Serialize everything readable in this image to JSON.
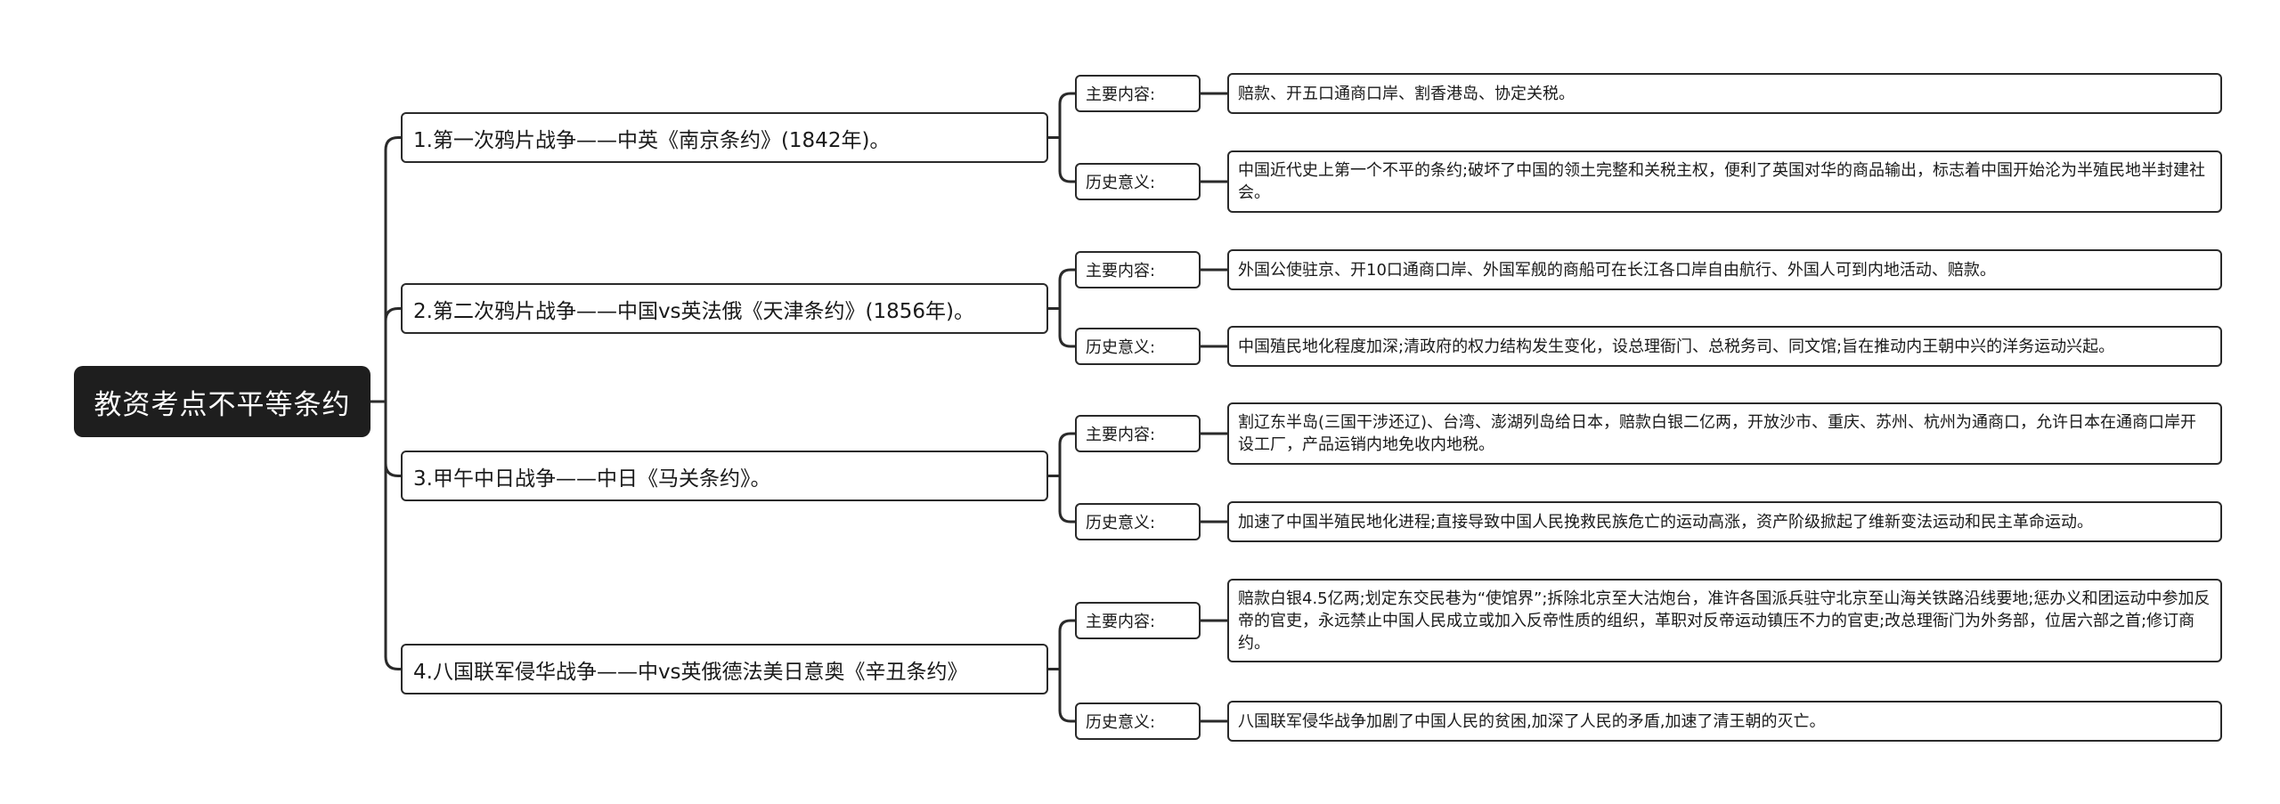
{
  "root": {
    "title": "教资考点不平等条约"
  },
  "branches": [
    {
      "title": "1.第一次鸦片战争——中英《南京条约》(1842年)。",
      "content_label": "主要内容:",
      "content": "赔款、开五口通商口岸、割香港岛、协定关税。",
      "significance_label": "历史意义:",
      "significance": "中国近代史上第一个不平的条约;破坏了中国的领土完整和关税主权，便利了英国对华的商品输出，标志着中国开始沦为半殖民地半封建社会。"
    },
    {
      "title": "2.第二次鸦片战争——中国vs英法俄《天津条约》(1856年)。",
      "content_label": "主要内容:",
      "content": "外国公使驻京、开10口通商口岸、外国军舰的商船可在长江各口岸自由航行、外国人可到内地活动、赔款。",
      "significance_label": "历史意义:",
      "significance": "中国殖民地化程度加深;清政府的权力结构发生变化，设总理衙门、总税务司、同文馆;旨在推动内王朝中兴的洋务运动兴起。"
    },
    {
      "title": "3.甲午中日战争——中日《马关条约》。",
      "content_label": "主要内容:",
      "content": "割辽东半岛(三国干涉还辽)、台湾、澎湖列岛给日本，赔款白银二亿两，开放沙市、重庆、苏州、杭州为通商口，允许日本在通商口岸开设工厂，产品运销内地免收内地税。",
      "significance_label": "历史意义:",
      "significance": "加速了中国半殖民地化进程;直接导致中国人民挽救民族危亡的运动高涨，资产阶级掀起了维新变法运动和民主革命运动。"
    },
    {
      "title": "4.八国联军侵华战争——中vs英俄德法美日意奥《辛丑条约》",
      "content_label": "主要内容:",
      "content": "赔款白银4.5亿两;划定东交民巷为“使馆界”;拆除北京至大沽炮台，准许各国派兵驻守北京至山海关铁路沿线要地;惩办义和团运动中参加反帝的官吏，永远禁止中国人民成立或加入反帝性质的组织，革职对反帝运动镇压不力的官吏;改总理衙门为外务部，位居六部之首;修订商约。",
      "significance_label": "历史意义:",
      "significance": "八国联军侵华战争加剧了中国人民的贫困,加深了人民的矛盾,加速了清王朝的灭亡。"
    }
  ]
}
